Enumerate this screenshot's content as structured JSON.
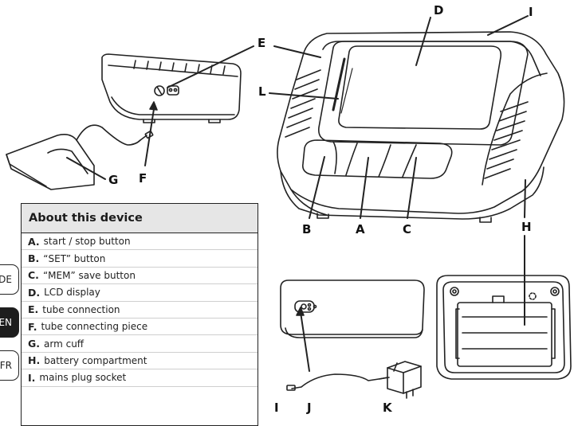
{
  "tabs": [
    {
      "label": "DE",
      "active": false
    },
    {
      "label": "EN",
      "active": true
    },
    {
      "label": "FR",
      "active": false
    }
  ],
  "about": {
    "title": "About this device",
    "items": [
      {
        "key": "A.",
        "text": "start / stop button"
      },
      {
        "key": "B.",
        "text": "“SET” button"
      },
      {
        "key": "C.",
        "text": "“MEM” save button"
      },
      {
        "key": "D.",
        "text": "LCD display"
      },
      {
        "key": "E.",
        "text": "tube connection"
      },
      {
        "key": "F.",
        "text": "tube connecting piece"
      },
      {
        "key": "G.",
        "text": "arm cuff"
      },
      {
        "key": "H.",
        "text": "battery compartment"
      },
      {
        "key": "I.",
        "text": "mains plug socket"
      }
    ]
  },
  "labels": {
    "A": "A",
    "B": "B",
    "C": "C",
    "D": "D",
    "E": "E",
    "F": "F",
    "G": "G",
    "H": "H",
    "I": "I",
    "J": "J",
    "K": "K",
    "L": "L"
  }
}
